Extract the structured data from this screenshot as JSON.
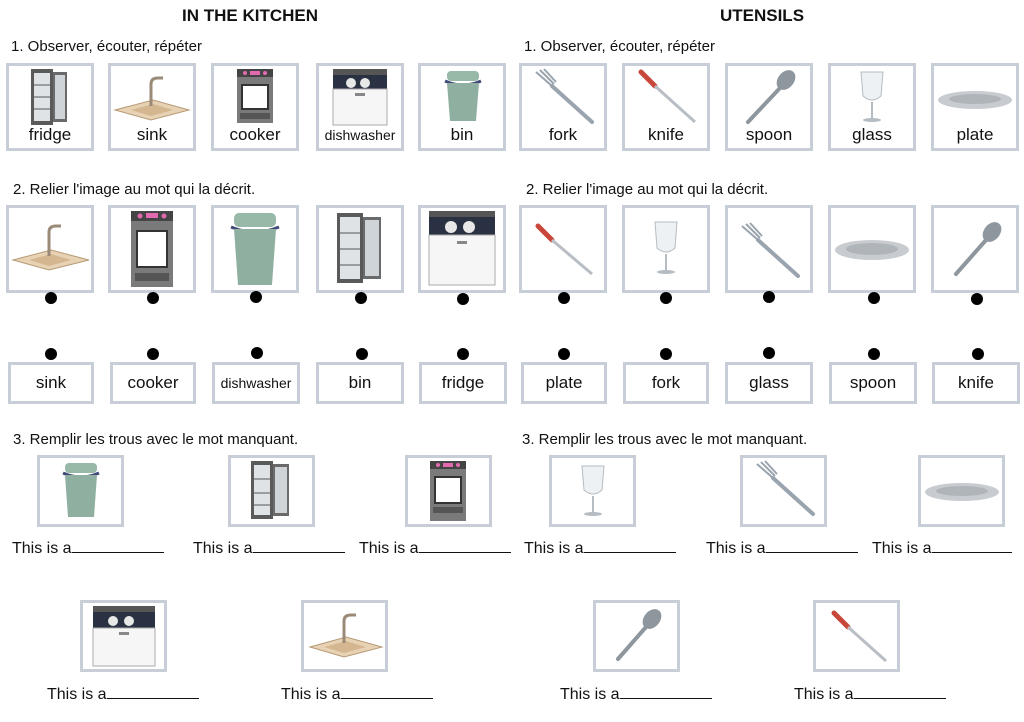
{
  "left": {
    "title": "IN THE KITCHEN",
    "ex1": "1. Observer, écouter, répéter",
    "ex2": "2. Relier l'image au mot qui la décrit.",
    "ex3": "3. Remplir les trous avec le mot manquant.",
    "vocab": [
      "fridge",
      "sink",
      "cooker",
      "dishwasher",
      "bin"
    ],
    "match_words": [
      "sink",
      "cooker",
      "dishwasher",
      "bin",
      "fridge"
    ]
  },
  "right": {
    "title": "UTENSILS",
    "ex1": "1. Observer, écouter, répéter",
    "ex2": "2. Relier l'image au mot qui la décrit.",
    "ex3": "3. Remplir les trous avec le mot manquant.",
    "vocab": [
      "fork",
      "knife",
      "spoon",
      "glass",
      "plate"
    ],
    "match_words": [
      "plate",
      "fork",
      "glass",
      "spoon",
      "knife"
    ]
  },
  "sentence_prefix": "This is a",
  "colors": {
    "card_border": "#c7ced8",
    "bin_green": "#8fb0a0",
    "appliance_gray": "#7a7a7a"
  }
}
